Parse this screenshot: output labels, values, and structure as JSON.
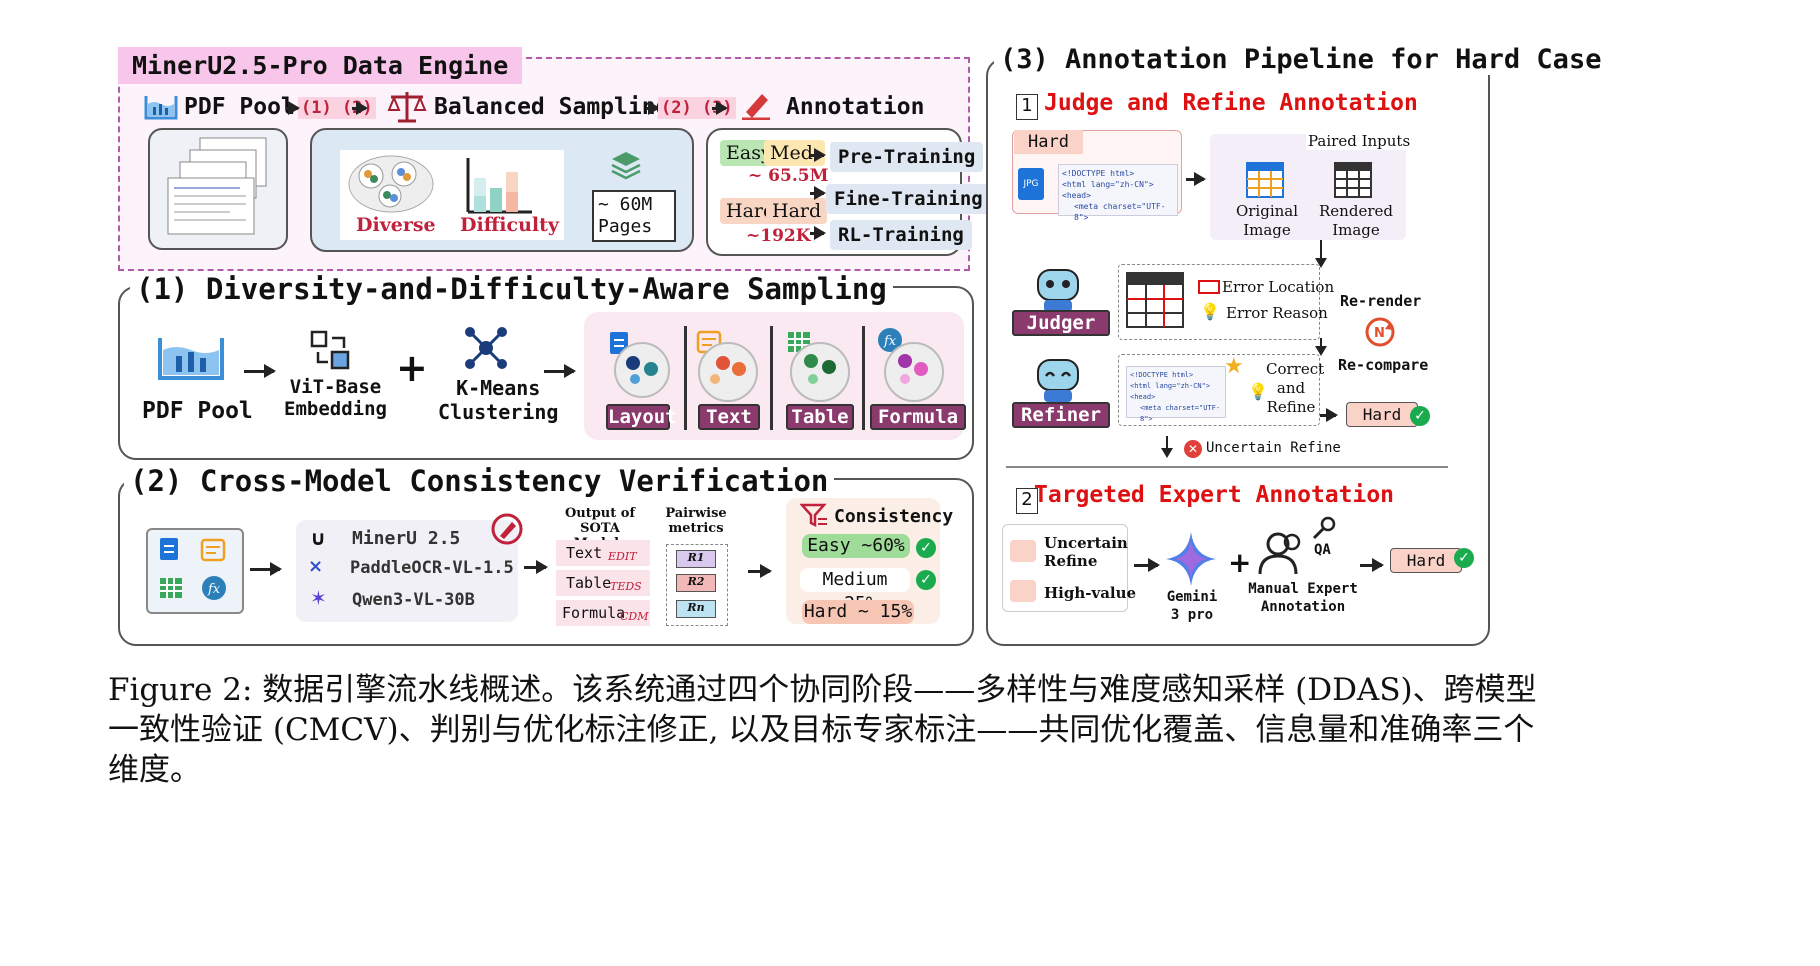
{
  "engine": {
    "title": "MinerU2.5-Pro Data Engine",
    "pdf_pool": "PDF Pool",
    "step1": "(1) (2)",
    "balanced": "Balanced Sampling",
    "step2": "(2) (3)",
    "annotation": "Annotation",
    "diverse": "Diverse",
    "difficulty": "Difficulty",
    "pages": "~ 60M\nPages",
    "easy": "Easy",
    "med": "Med.",
    "count1": "~ 65.5M",
    "hard1": "Hard",
    "hard2": "Hard",
    "count2": "~192K",
    "pretraining": "Pre-Training",
    "finetraining": "Fine-Training",
    "rltraining": "RL-Training"
  },
  "sampling": {
    "title": "(1) Diversity-and-Difficulty-Aware Sampling",
    "pdf_pool": "PDF Pool",
    "vit": "ViT-Base\nEmbedding",
    "kmeans": "K-Means\nClustering",
    "categories": [
      "Layout",
      "Text",
      "Table",
      "Formula"
    ]
  },
  "consistency": {
    "title": "(2) Cross-Model Consistency Verification",
    "models": [
      "MinerU 2.5",
      "PaddleOCR-VL-1.5",
      "Qwen3-VL-30B"
    ],
    "output_title": "Output of\nSOTA Models",
    "outputs": [
      {
        "name": "Text",
        "metric": "EDIT"
      },
      {
        "name": "Table",
        "metric": "TEDS"
      },
      {
        "name": "Formula",
        "metric": "CDM"
      }
    ],
    "pairwise_title": "Pairwise\nmetrics",
    "pairwise": [
      "R1",
      "R2",
      "Rn"
    ],
    "consistency_label": "Consistency",
    "levels": [
      "Easy ~60%",
      "Medium ~25%",
      "Hard ~ 15%"
    ]
  },
  "pipeline": {
    "title": "(3) Annotation Pipeline for Hard Case",
    "s1_num": "1",
    "s1_title": "Judge and Refine Annotation",
    "hard": "Hard",
    "paired_inputs": "Paired Inputs",
    "original_image": "Original\nImage",
    "rendered_image": "Rendered\nImage",
    "jpg": "JPG",
    "code_lines": [
      "<!DOCTYPE html>",
      "<html lang=\"zh-CN\">",
      "<head>",
      "<meta charset=\"UTF-8\">"
    ],
    "judger": "Judger",
    "error_location": "Error Location",
    "error_reason": "Error Reason",
    "rerender": "Re-render",
    "recompare": "Re-compare",
    "refiner": "Refiner",
    "correct": "Correct\nand\nRefine",
    "hard_out": "Hard",
    "uncertain_refine": "Uncertain Refine",
    "s2_num": "2",
    "s2_title": "Targeted Expert Annotation",
    "uncertain": "Uncertain\nRefine",
    "high_value": "High-value",
    "gemini": "Gemini\n3 pro",
    "qa": "QA",
    "manual": "Manual Expert\nAnnotation",
    "hard_final": "Hard"
  },
  "caption": "Figure 2: 数据引擎流水线概述。该系统通过四个协同阶段——多样性与难度感知采样 (DDAS)、跨模型一致性验证 (CMCV)、判别与优化标注修正, 以及目标专家标注——共同优化覆盖、信息量和准确率三个维度。"
}
